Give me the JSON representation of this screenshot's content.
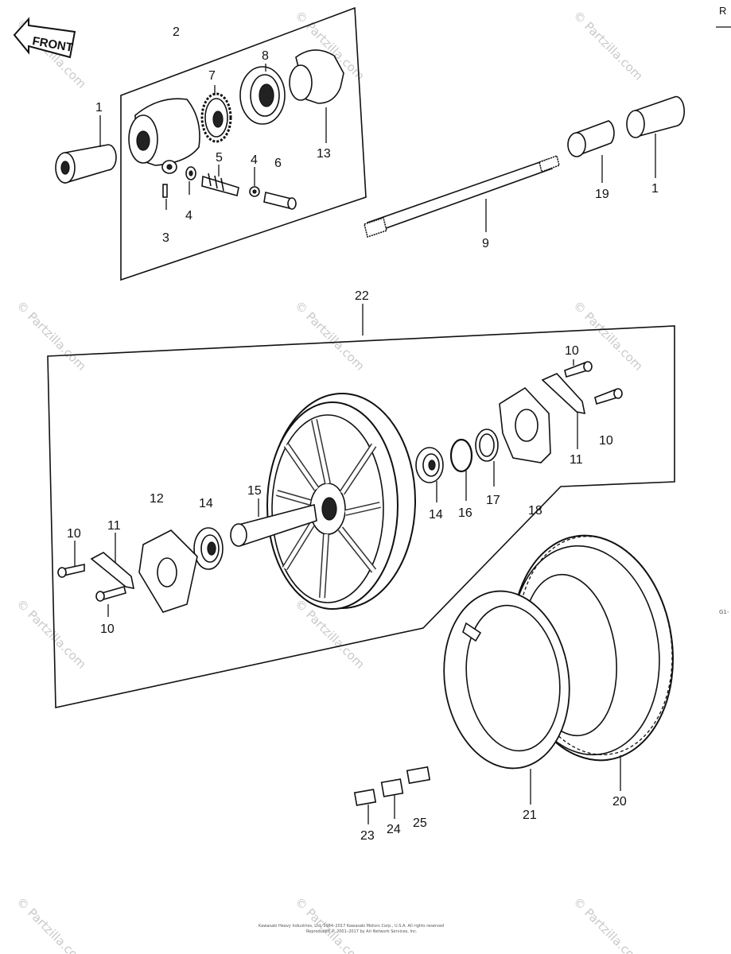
{
  "front_label": "FRONT",
  "edge_letter": "R",
  "side_code": "G1-",
  "watermark": "© Partzilla.com",
  "callouts": {
    "c1a": "1",
    "c1b": "1",
    "c2": "2",
    "c3": "3",
    "c4a": "4",
    "c4b": "4",
    "c5": "5",
    "c6": "6",
    "c7": "7",
    "c8": "8",
    "c9": "9",
    "c10a": "10",
    "c10b": "10",
    "c10c": "10",
    "c10d": "10",
    "c11a": "11",
    "c11b": "11",
    "c12": "12",
    "c13": "13",
    "c14a": "14",
    "c14b": "14",
    "c15": "15",
    "c16": "16",
    "c17": "17",
    "c18": "18",
    "c19": "19",
    "c20": "20",
    "c21": "21",
    "c22": "22",
    "c23": "23",
    "c24": "24",
    "c25": "25"
  },
  "footer_lines": [
    "Kawasaki Heavy Industries, Ltd. 1984–2017 Kawasaki Motors Corp., U.S.A. All rights reserved",
    "Reproduced © 2001–2017 by Ari Network Services, Inc."
  ]
}
